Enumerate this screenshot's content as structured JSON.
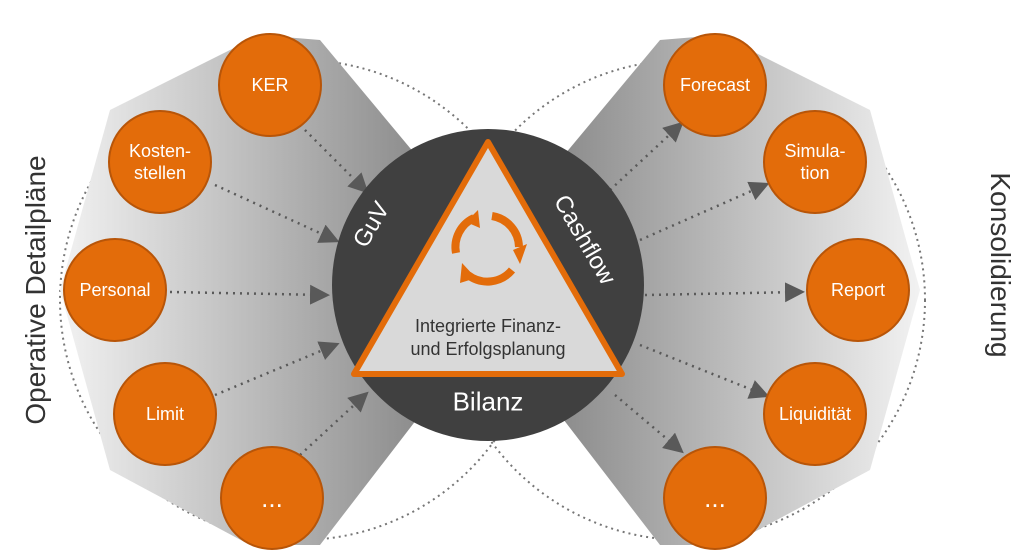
{
  "left_label": "Operative Detailpläne",
  "right_label": "Konsolidierung",
  "center": {
    "title_line1": "Integrierte Finanz-",
    "title_line2": "und Erfolgsplanung",
    "guv": "GuV",
    "cashflow": "Cashflow",
    "bilanz": "Bilanz"
  },
  "left_nodes": [
    {
      "label": "KER"
    },
    {
      "label": "Kosten-\nstellen"
    },
    {
      "label": "Personal"
    },
    {
      "label": "Limit"
    },
    {
      "label": "..."
    }
  ],
  "right_nodes": [
    {
      "label": "Forecast"
    },
    {
      "label": "Simula-\ntion"
    },
    {
      "label": "Report"
    },
    {
      "label": "Liquidität"
    },
    {
      "label": "..."
    }
  ],
  "colors": {
    "orange": "#E36C0A",
    "orange_border": "#B85508",
    "dark": "#404040",
    "triangle": "#D9D9D9"
  }
}
